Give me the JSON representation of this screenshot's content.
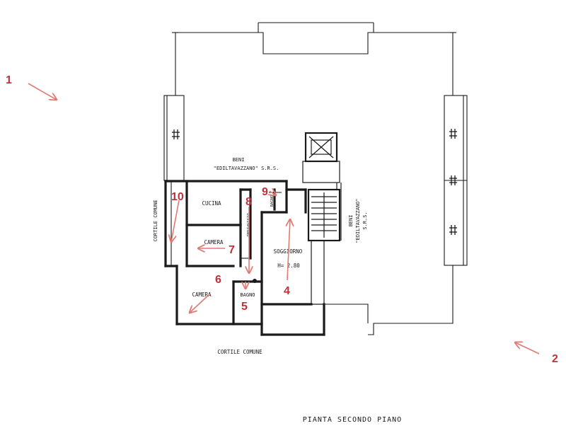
{
  "plan": {
    "title": "PIANTA SECONDO PIANO",
    "neighbor_top": [
      "BENI",
      "\"EDILTAVAZZANO\" S.R.S."
    ],
    "neighbor_right": [
      "BENI",
      "\"EDILTAVAZZANO\"",
      "S.R.S."
    ],
    "courtyard_left": "CORTILE COMUNE",
    "courtyard_bottom": "CORTILE COMUNE",
    "rooms": {
      "cucina": "CUCINA",
      "camera_top": "CAMERA",
      "camera_bottom": "CAMERA",
      "bagno": "BAGNO",
      "soggiorno": "SOGGIORNO",
      "height": "H= 2.80",
      "corridor": "DISIMPEGNO",
      "wc": "BAGNO"
    }
  },
  "markers": [
    "1",
    "2",
    "4",
    "5",
    "6",
    "7",
    "8",
    "9",
    "10"
  ],
  "colors": {
    "ink": "#1a1a1a",
    "marker": "#c0303a",
    "arrow": "#e07a72"
  }
}
